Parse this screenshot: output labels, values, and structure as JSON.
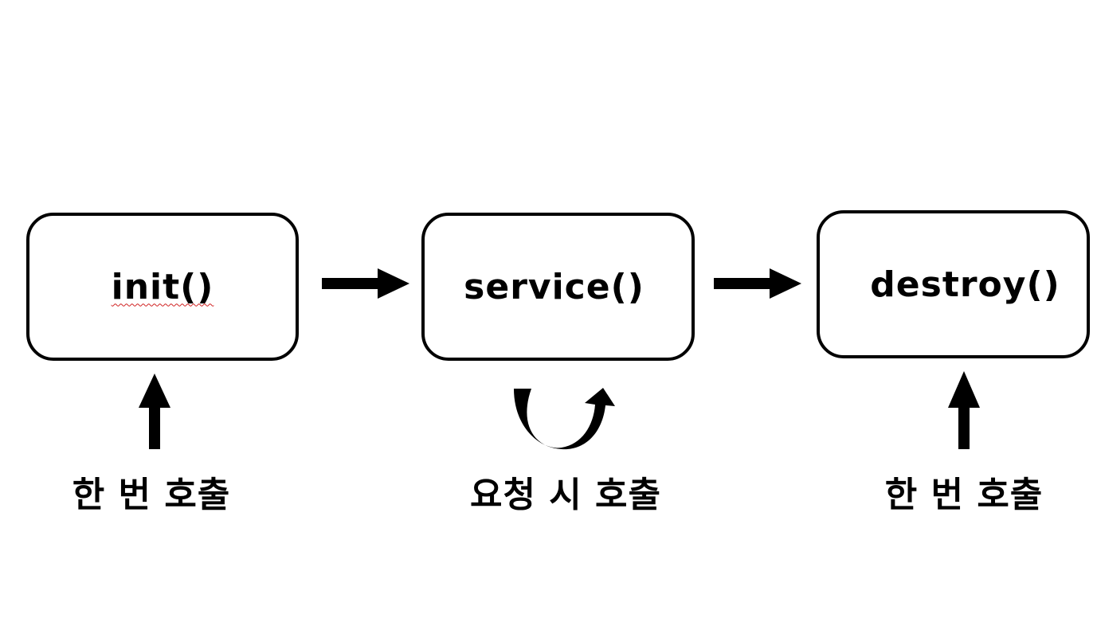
{
  "nodes": {
    "init": {
      "label": "init()"
    },
    "service": {
      "label": "service()"
    },
    "destroy": {
      "label": "destroy()"
    }
  },
  "captions": {
    "init": "한 번 호출",
    "service": "요청 시 호출",
    "destroy": "한 번 호출"
  },
  "colors": {
    "stroke": "#000000",
    "background": "#ffffff",
    "spellcheck_underline": "#d02020"
  }
}
